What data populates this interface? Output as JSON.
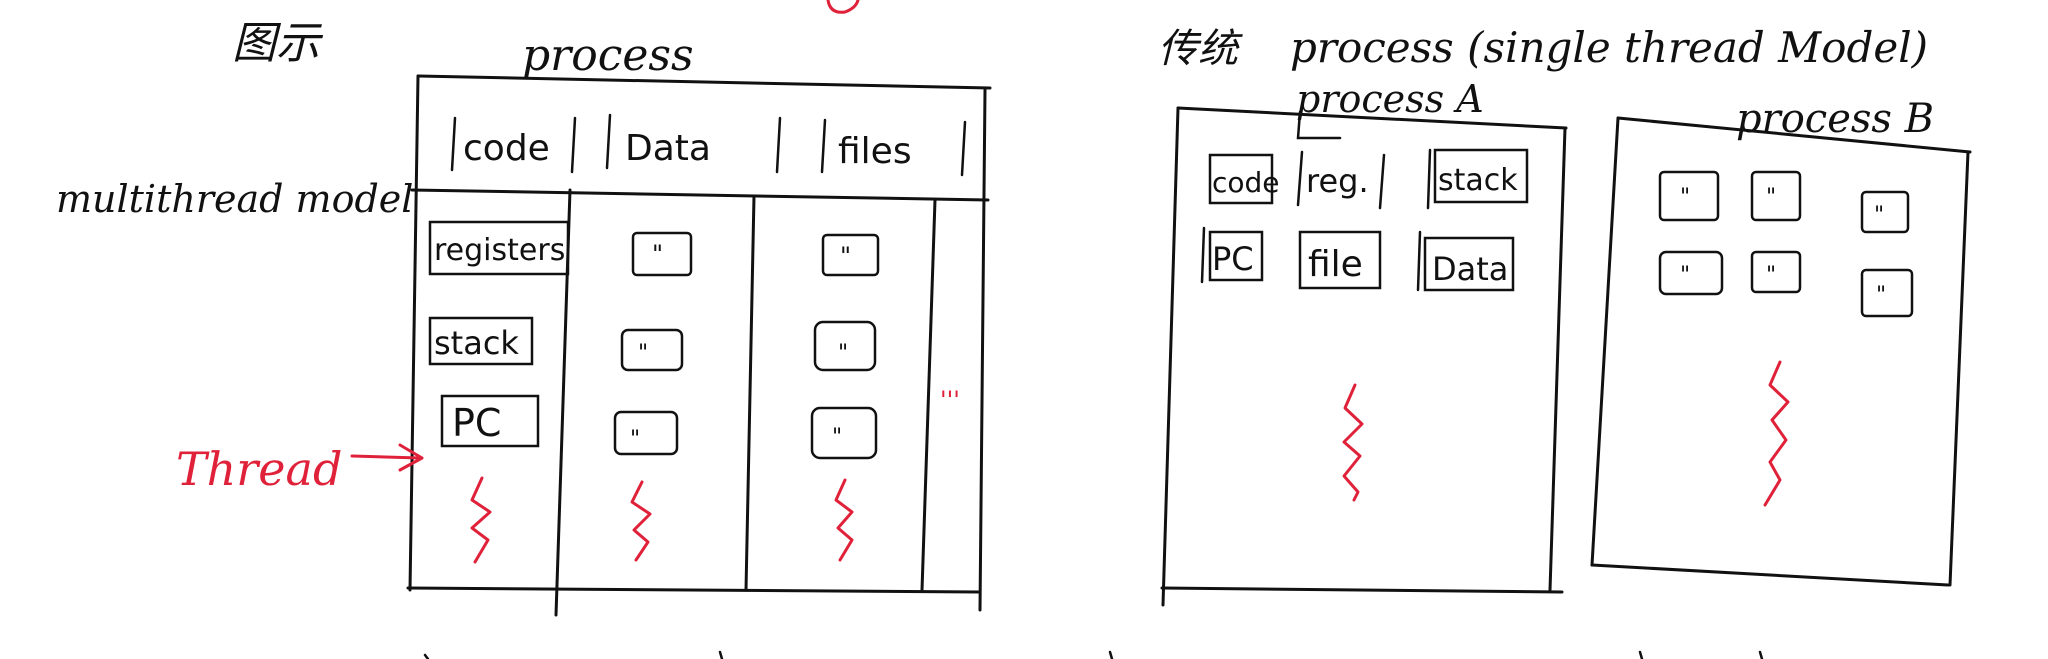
{
  "left": {
    "heading": "图示",
    "process_label": "process",
    "model_label": "multithread model",
    "shared_cells": [
      "code",
      "Data",
      "files"
    ],
    "thread_cells": [
      "registers",
      "stack",
      "PC"
    ],
    "thread_label": "Thread",
    "ditto_mark": "\"",
    "more_mark": "'''"
  },
  "right": {
    "heading_cn": "传统",
    "heading": "process (single thread Model)",
    "process_a": {
      "label": "process A",
      "cells": [
        "code",
        "reg.",
        "stack",
        "PC",
        "file",
        "Data"
      ]
    },
    "process_b": {
      "label": "process B",
      "ditto_mark": "\""
    }
  },
  "colors": {
    "ink": "#111111",
    "red": "#e0213a",
    "paper": "#ffffff"
  }
}
